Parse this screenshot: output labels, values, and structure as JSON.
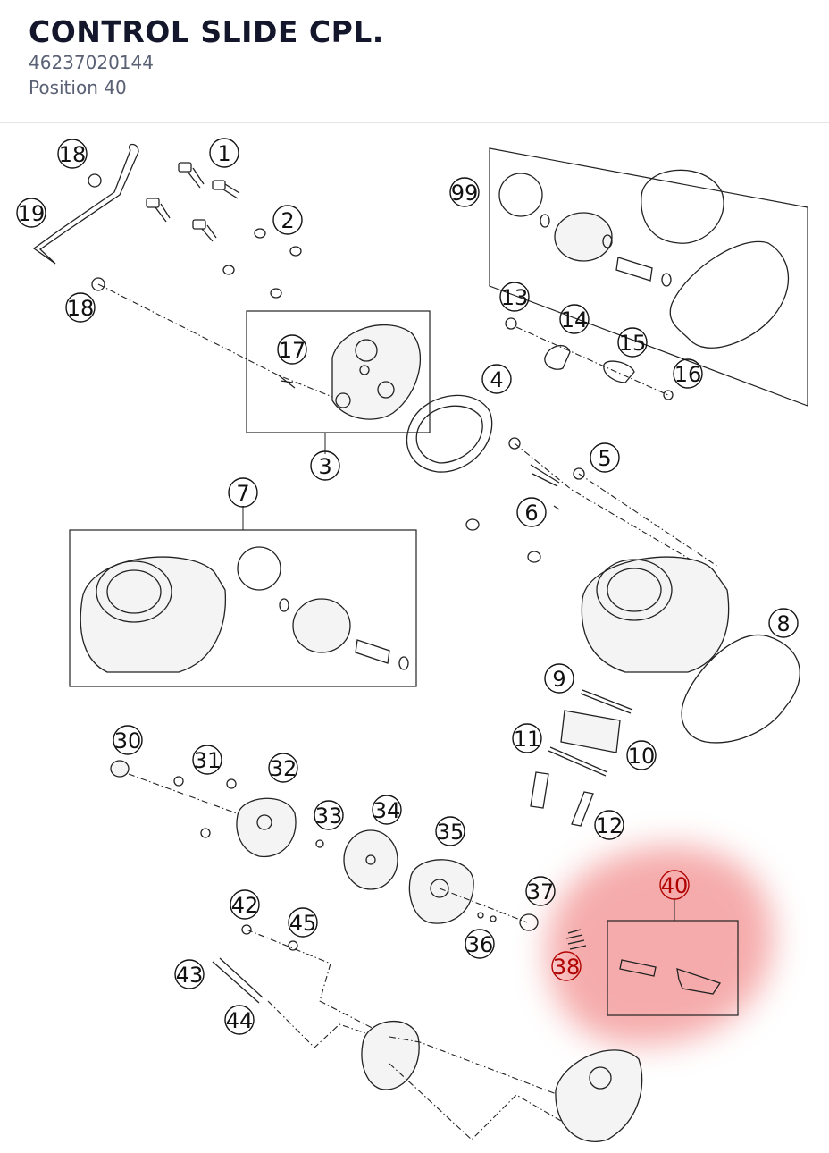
{
  "header": {
    "title": "CONTROL SLIDE CPL.",
    "part_number": "46237020144",
    "position": "Position 40"
  },
  "diagram": {
    "highlight_color": "#f28b8b",
    "callouts": [
      "1",
      "2",
      "3",
      "4",
      "5",
      "6",
      "7",
      "8",
      "9",
      "10",
      "11",
      "12",
      "13",
      "14",
      "15",
      "16",
      "17",
      "18",
      "18",
      "19",
      "30",
      "31",
      "32",
      "33",
      "34",
      "35",
      "36",
      "37",
      "38",
      "40",
      "42",
      "43",
      "44",
      "45",
      "99"
    ],
    "selected_callouts": [
      "38",
      "40"
    ]
  }
}
